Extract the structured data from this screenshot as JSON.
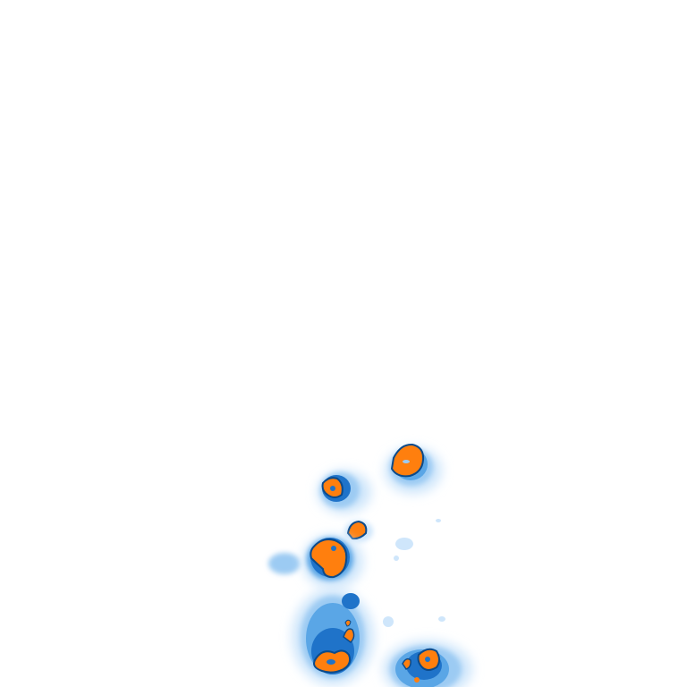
{
  "map": {
    "background_color": "#ffffff",
    "intensity_colors": {
      "very_light": "#cfe6fb",
      "light": "#9ccbf3",
      "medium": "#5aa6e6",
      "strong": "#1f73c9",
      "extreme": "#ff7f0e",
      "extreme_outline": "#0b4a8a"
    },
    "cells": [
      {
        "label": "",
        "core": "orange"
      },
      {
        "label": "",
        "core": "orange"
      },
      {
        "label": "",
        "core": "orange"
      },
      {
        "label": "",
        "core": "orange"
      },
      {
        "label": "",
        "core": "orange"
      },
      {
        "label": "",
        "core": "orange"
      }
    ]
  }
}
